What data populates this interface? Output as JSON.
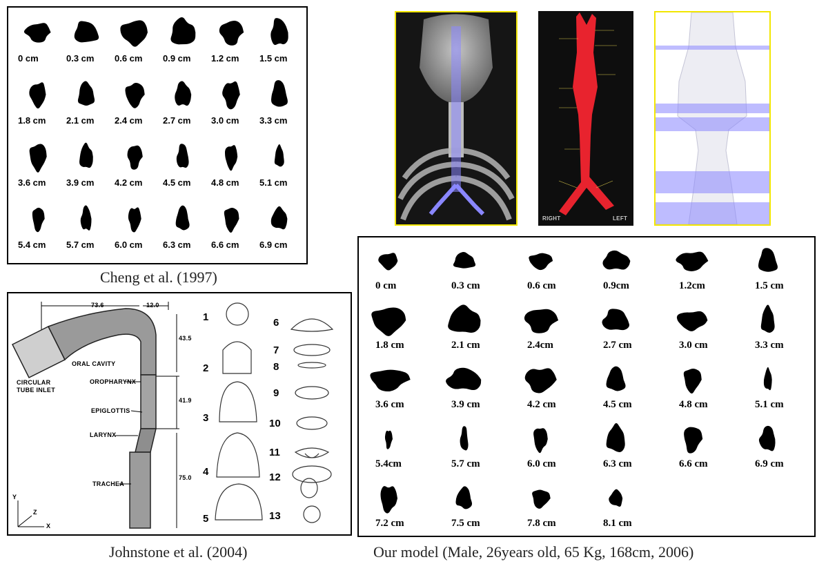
{
  "cheng": {
    "caption": "Cheng et al. (1997)",
    "labels": [
      "0 cm",
      "0.3 cm",
      "0.6 cm",
      "0.9 cm",
      "1.2 cm",
      "1.5 cm",
      "1.8 cm",
      "2.1 cm",
      "2.4 cm",
      "2.7 cm",
      "3.0 cm",
      "3.3 cm",
      "3.6 cm",
      "3.9 cm",
      "4.2 cm",
      "4.5 cm",
      "4.8 cm",
      "5.1 cm",
      "5.4 cm",
      "5.7 cm",
      "6.0 cm",
      "6.3 cm",
      "6.6 cm",
      "6.9 cm"
    ]
  },
  "johnstone": {
    "caption": "Johnstone et al. (2004)",
    "dims": {
      "d1": "73.6",
      "d2": "12.0",
      "d3": "43.5",
      "d4": "41.9",
      "d5": "75.0"
    },
    "parts": {
      "oral": "ORAL CAVITY",
      "inlet1": "CIRCULAR",
      "inlet2": "TUBE INLET",
      "oro": "OROPHARYNX",
      "epi": "EPIGLOTTIS",
      "lar": "LARYNX",
      "tra": "TRACHEA"
    },
    "axes": {
      "y": "Y",
      "z": "Z",
      "x": "X"
    },
    "sections": [
      "1",
      "2",
      "3",
      "4",
      "5",
      "6",
      "7",
      "8",
      "9",
      "10",
      "11",
      "12",
      "13"
    ]
  },
  "ours": {
    "caption": "Our model (Male, 26years old, 65 Kg, 168cm, 2006)",
    "labels": [
      "0 cm",
      "0.3 cm",
      "0.6 cm",
      "0.9cm",
      "1.2cm",
      "1.5 cm",
      "1.8 cm",
      "2.1 cm",
      "2.4cm",
      "2.7 cm",
      "3.0 cm",
      "3.3 cm",
      "3.6 cm",
      "3.9 cm",
      "4.2 cm",
      "4.5 cm",
      "4.8 cm",
      "5.1 cm",
      "5.4cm",
      "5.7 cm",
      "6.0 cm",
      "6.3 cm",
      "6.6 cm",
      "6.9 cm",
      "7.2 cm",
      "7.5 cm",
      "7.8 cm",
      "8.1 cm"
    ],
    "anatomy_labels": {
      "right": "RIGHT",
      "left": "LEFT"
    }
  },
  "colors": {
    "border": "#000000",
    "highlight": "#f2e600",
    "airway_red": "#e8232e",
    "airway_blue": "#8a87ff",
    "render_bg": "#111111"
  }
}
